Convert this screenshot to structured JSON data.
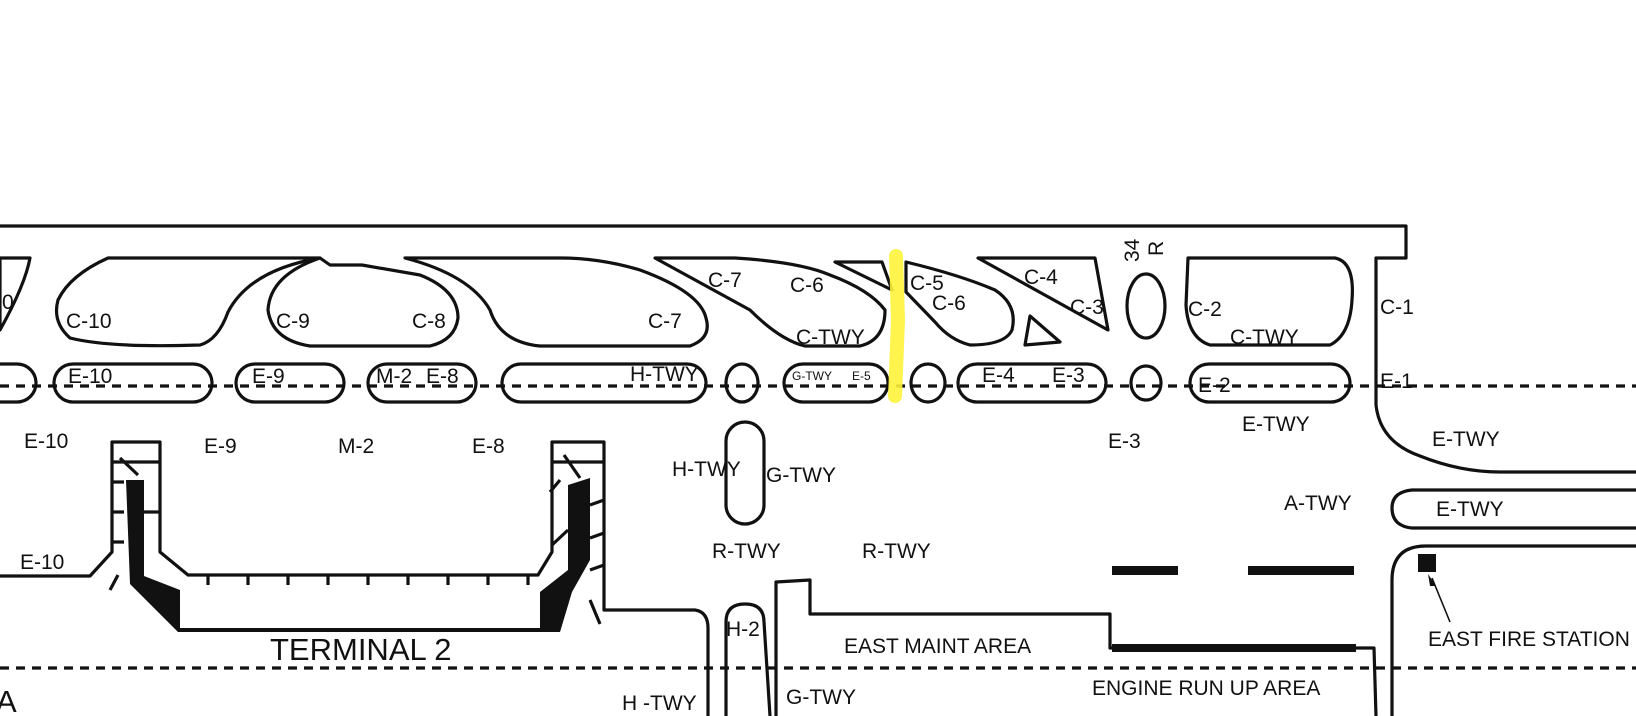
{
  "map": {
    "labels": {
      "c0": "0",
      "c10": "C-10",
      "c9": "C-9",
      "c8": "C-8",
      "c7_left": "C-7",
      "c7_top": "C-7",
      "c6_top": "C-6",
      "c_twy_left": "C-TWY",
      "c5": "C-5",
      "c6_right": "C-6",
      "c4": "C-4",
      "c3": "C-3",
      "runway_34": "34",
      "runway_r": "R",
      "c2": "C-2",
      "c_twy_right": "C-TWY",
      "c1": "C-1",
      "e10_oval": "E-10",
      "e9_oval": "E-9",
      "m2_oval": "M-2",
      "e8_oval": "E-8",
      "h_twy_oval": "H-TWY",
      "g_twy_small": "G-TWY",
      "e5_small": "E-5",
      "e4_oval": "E-4",
      "e3_oval": "E-3",
      "e2_oval": "E-2",
      "e1": "E-1",
      "e10_apron": "E-10",
      "e9_apron": "E-9",
      "m2_apron": "M-2",
      "e8_apron": "E-8",
      "h_twy": "H-TWY",
      "g_twy": "G-TWY",
      "e3_apron": "E-3",
      "e_twy_1": "E-TWY",
      "e_twy_2": "E-TWY",
      "a_twy": "A-TWY",
      "e_twy_3": "E-TWY",
      "e10_lower": "E-10",
      "r_twy_1": "R-TWY",
      "r_twy_2": "R-TWY",
      "h2": "H-2",
      "east_maint_area": "EAST MAINT AREA",
      "east_fire_station": "EAST FIRE STATION",
      "terminal_2": "TERMINAL 2",
      "engine_run_up_area": "ENGINE RUN UP AREA",
      "h_twy_bottom": "H -TWY",
      "g_twy_bottom": "G-TWY",
      "a_partial": "A"
    },
    "colors": {
      "ink": "#111111",
      "highlight": "#fff23a",
      "background": "#ffffff"
    }
  }
}
